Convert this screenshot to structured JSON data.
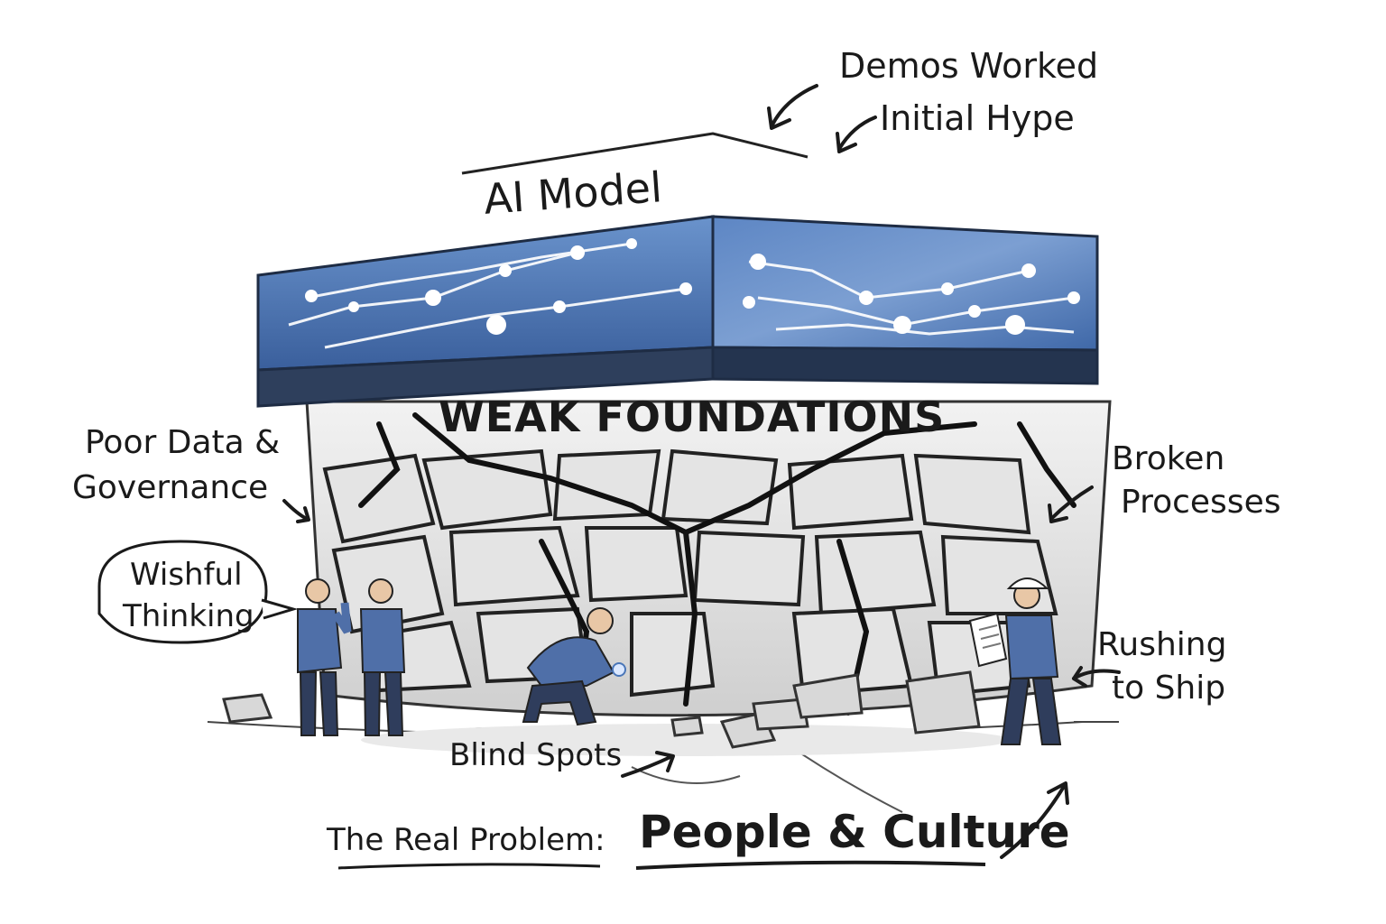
{
  "title": "AI Model",
  "foundation_label": "WEAK FOUNDATIONS",
  "annotations": {
    "demos_worked": "Demos Worked",
    "initial_hype": "Initial Hype",
    "poor_data_line1": "Poor Data &",
    "poor_data_line2": "Governance",
    "broken_line1": "Broken",
    "broken_line2": "Processes",
    "wishful_line1": "Wishful",
    "wishful_line2": "Thinking",
    "rushing_line1": "Rushing",
    "rushing_line2": "to Ship",
    "blind_spots": "Blind Spots"
  },
  "footer": {
    "prefix": "The Real Problem:",
    "emphasis": "People & Culture"
  },
  "colors": {
    "model_blue": "#4a76b8",
    "model_dark": "#2e3f5c",
    "stone": "#dcdcdc",
    "stone_dark": "#9a9a9a",
    "crack": "#222222",
    "worker_blue": "#4f6fa8",
    "worker_pants": "#2f3d5c"
  }
}
